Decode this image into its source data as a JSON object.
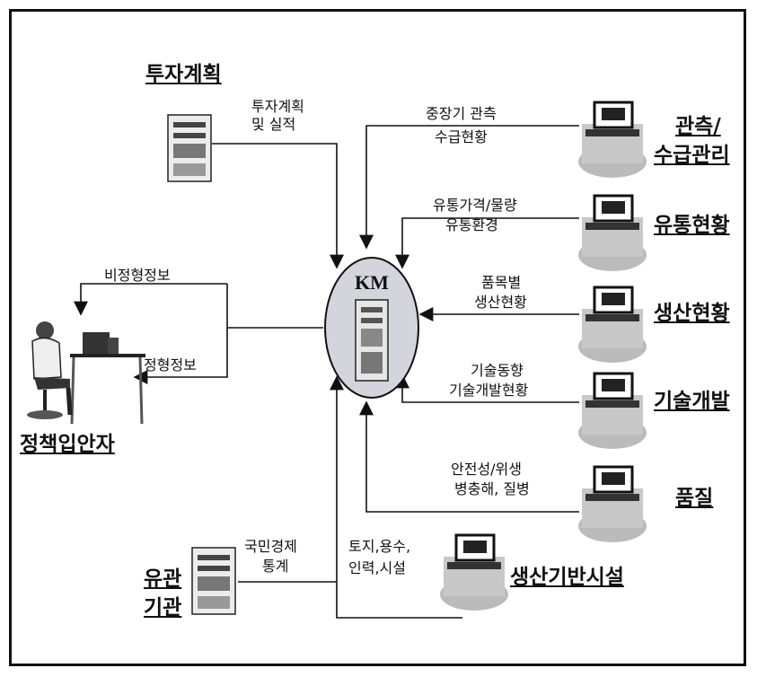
{
  "center": {
    "label": "KM"
  },
  "nodes": {
    "investment": {
      "title": "투자계획",
      "flow1": "투자계획",
      "flow2": "및 실적"
    },
    "supply": {
      "title1": "관측/",
      "title2": "수급관리",
      "flow1": "중장기 관측",
      "flow2": "수급현황"
    },
    "distribution": {
      "title": "유통현황",
      "flow1": "유통가격/물량",
      "flow2": "유통환경"
    },
    "production": {
      "title": "생산현황",
      "flow1": "품목별",
      "flow2": "생산현황"
    },
    "tech": {
      "title": "기술개발",
      "flow1": "기술동향",
      "flow2": "기술개발현황"
    },
    "quality": {
      "title": "품질",
      "flow1": "안전성/위생",
      "flow2": "병충해, 질병"
    },
    "infra": {
      "title": "생산기반시설",
      "flow1": "토지,용수,",
      "flow2": "인력,시설"
    },
    "agency": {
      "title1": "유관",
      "title2": "기관",
      "flow1": "국민경제",
      "flow2": "통계"
    },
    "policy": {
      "title": "정책입안자",
      "flow_out1": "비정형정보",
      "flow_out2": "정형정보"
    }
  }
}
